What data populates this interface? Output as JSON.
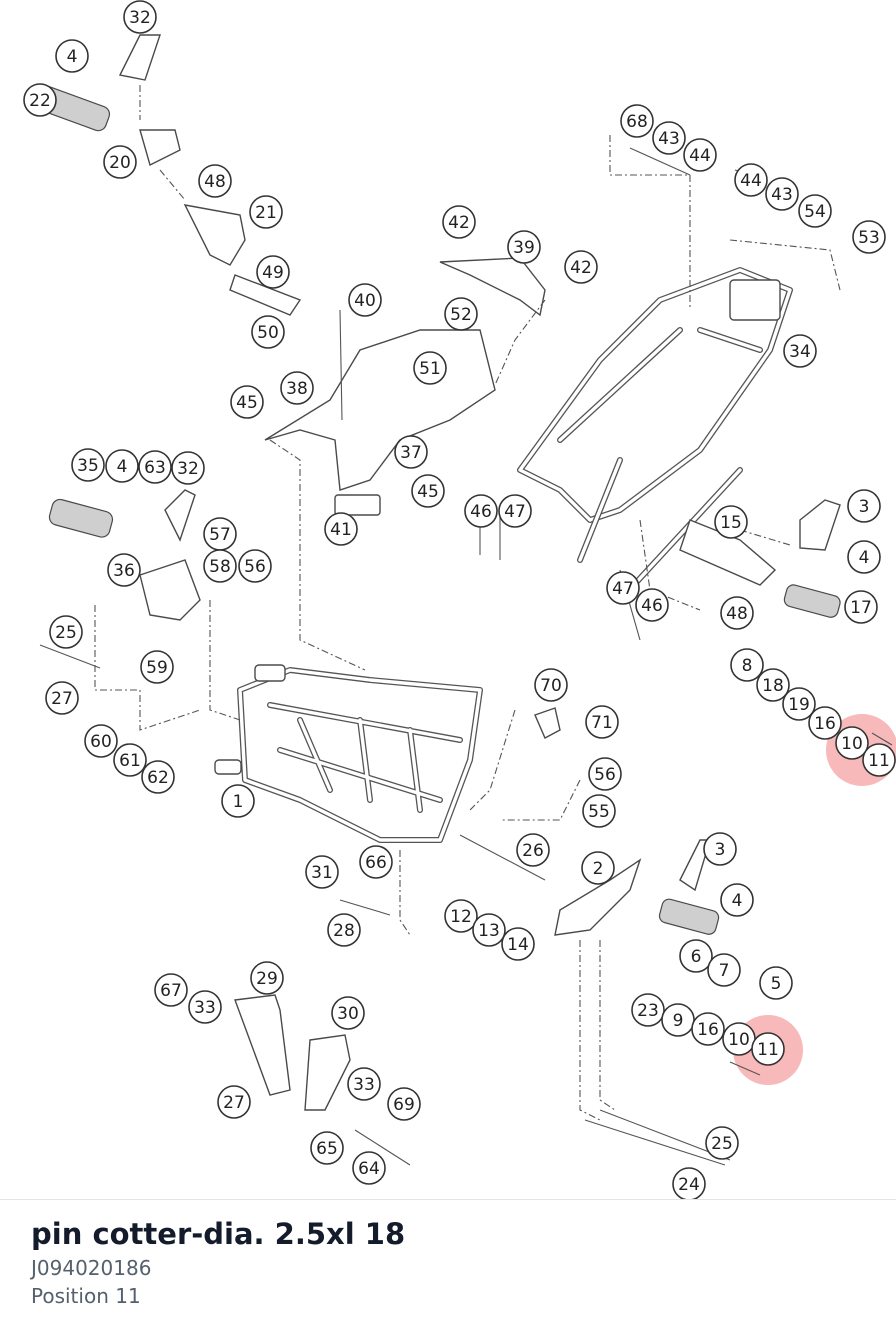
{
  "diagram": {
    "callouts": [
      {
        "label": "32"
      },
      {
        "label": "4"
      },
      {
        "label": "22"
      },
      {
        "label": "20"
      },
      {
        "label": "48"
      },
      {
        "label": "21"
      },
      {
        "label": "49"
      },
      {
        "label": "50"
      },
      {
        "label": "68"
      },
      {
        "label": "43"
      },
      {
        "label": "44"
      },
      {
        "label": "44"
      },
      {
        "label": "43"
      },
      {
        "label": "54"
      },
      {
        "label": "53"
      },
      {
        "label": "42"
      },
      {
        "label": "39"
      },
      {
        "label": "42"
      },
      {
        "label": "40"
      },
      {
        "label": "52"
      },
      {
        "label": "51"
      },
      {
        "label": "38"
      },
      {
        "label": "45"
      },
      {
        "label": "37"
      },
      {
        "label": "45"
      },
      {
        "label": "41"
      },
      {
        "label": "34"
      },
      {
        "label": "46"
      },
      {
        "label": "47"
      },
      {
        "label": "15"
      },
      {
        "label": "3"
      },
      {
        "label": "4"
      },
      {
        "label": "17"
      },
      {
        "label": "47"
      },
      {
        "label": "46"
      },
      {
        "label": "48"
      },
      {
        "label": "35"
      },
      {
        "label": "4"
      },
      {
        "label": "63"
      },
      {
        "label": "32"
      },
      {
        "label": "57"
      },
      {
        "label": "36"
      },
      {
        "label": "58"
      },
      {
        "label": "56"
      },
      {
        "label": "25"
      },
      {
        "label": "59"
      },
      {
        "label": "27"
      },
      {
        "label": "60"
      },
      {
        "label": "61"
      },
      {
        "label": "62"
      },
      {
        "label": "8"
      },
      {
        "label": "18"
      },
      {
        "label": "19"
      },
      {
        "label": "16"
      },
      {
        "label": "10"
      },
      {
        "label": "11"
      },
      {
        "label": "70"
      },
      {
        "label": "71"
      },
      {
        "label": "56"
      },
      {
        "label": "55"
      },
      {
        "label": "1"
      },
      {
        "label": "26"
      },
      {
        "label": "66"
      },
      {
        "label": "31"
      },
      {
        "label": "28"
      },
      {
        "label": "2"
      },
      {
        "label": "3"
      },
      {
        "label": "4"
      },
      {
        "label": "12"
      },
      {
        "label": "13"
      },
      {
        "label": "14"
      },
      {
        "label": "6"
      },
      {
        "label": "7"
      },
      {
        "label": "5"
      },
      {
        "label": "29"
      },
      {
        "label": "67"
      },
      {
        "label": "33"
      },
      {
        "label": "30"
      },
      {
        "label": "33"
      },
      {
        "label": "69"
      },
      {
        "label": "27"
      },
      {
        "label": "23"
      },
      {
        "label": "9"
      },
      {
        "label": "16"
      },
      {
        "label": "10"
      },
      {
        "label": "11"
      },
      {
        "label": "65"
      },
      {
        "label": "64"
      },
      {
        "label": "25"
      },
      {
        "label": "24"
      }
    ],
    "highlight_color": "#f08080"
  },
  "part": {
    "title": "pin cotter-dia. 2.5xl 18",
    "number": "J094020186",
    "position": "Position 11"
  }
}
